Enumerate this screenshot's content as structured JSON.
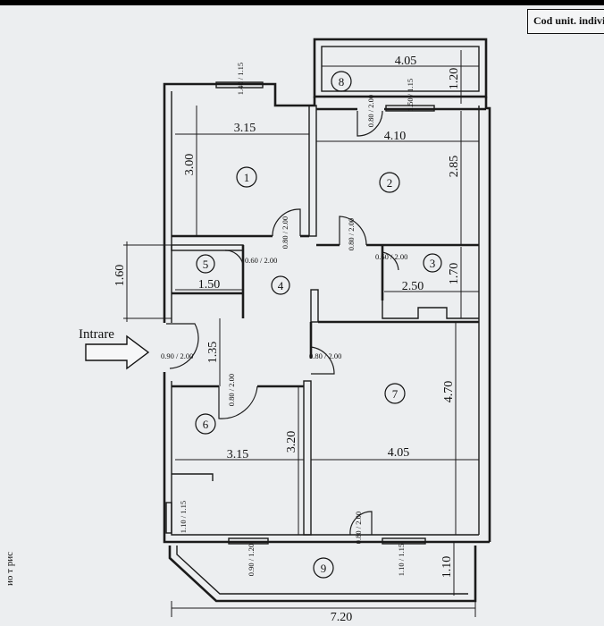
{
  "header": {
    "code_label": "Cod unit. indivi"
  },
  "entrance": {
    "label": "Intrare"
  },
  "rooms": [
    "1",
    "2",
    "3",
    "4",
    "5",
    "6",
    "7",
    "8",
    "9"
  ],
  "dimensions": {
    "room8_width": "4.05",
    "room8_height": "1.20",
    "room1_width": "3.15",
    "room1_height": "3.00",
    "room2_width": "4.10",
    "room2_height": "2.85",
    "room3_width": "2.50",
    "room3_height": "1.70",
    "room5_width": "1.50",
    "room5_height": "1.60",
    "hall_height": "1.35",
    "room6_width": "3.15",
    "room6_height": "3.20",
    "room7_width": "4.05",
    "room7_height": "4.70",
    "room9_height": "1.10",
    "total_width": "7.20"
  },
  "openings": {
    "win_room1": "1.40 / 1.15",
    "win_room8": "1.50 / 1.15",
    "door_room8": "0.80 / 2.00",
    "door_room1": "0.80 / 2.00",
    "door_room2": "0.80 / 2.00",
    "door_room5": "0.60 / 2.00",
    "door_room3": "0.60 / 2.00",
    "door_entrance": "0.90 / 2.00",
    "door_room7": "0.80 / 2.00",
    "door_room6": "0.80 / 2.00",
    "win_room6": "1.10 / 1.15",
    "door_room9": "0.80 / 2.00",
    "win_balcony": "0.90 / 1.20",
    "win_room7": "1.10 / 1.15"
  },
  "margin_text": "ио т рис"
}
